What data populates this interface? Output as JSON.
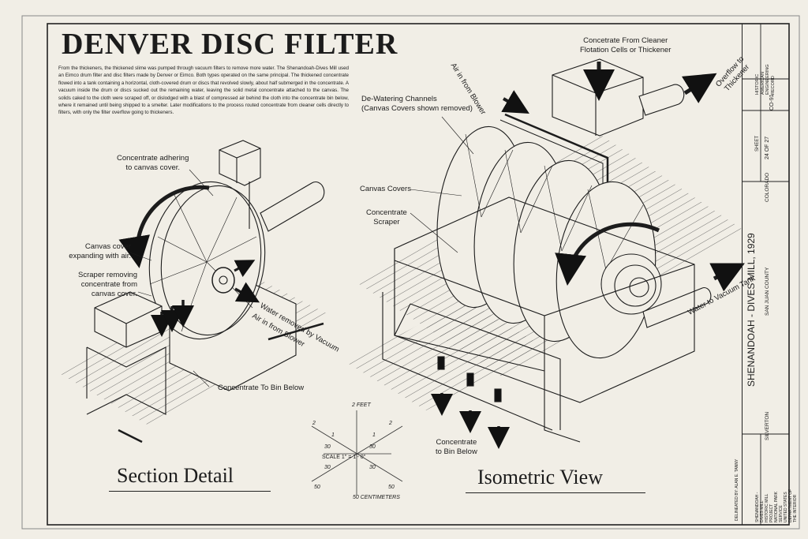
{
  "sheet": {
    "title": "DENVER DISC FILTER",
    "intro": "From the thickeners, the thickened slime was pumped through vacuum filters to remove more water. The Shenandoah-Dives Mill used an Eimco drum filter and disc filters made by Denver or Eimco. Both types operated on the same principal. The thickened concentrate flowed into a tank containing a horizontal, cloth-covered drum or discs that revolved slowly, about half submerged in the concentrate. A vacuum inside the drum or discs sucked out the remaining water, leaving the solid metal concentrate attached to the canvas. The solids caked to the cloth were scraped off, or dislodged with a blast of compressed air behind the cloth into the concentrate bin below, where it remained until being shipped to a smelter. Later modifications to the process routed concentrate from cleaner cells directly to filters, with only the filter overflow going to thickeners."
  },
  "section": {
    "caption": "Section Detail",
    "labels": {
      "adhering": "Concentrate adhering\nto canvas cover.",
      "canvas_expanding": "Canvas cover\nexpanding with air.",
      "scraper": "Scraper removing\nconcentrate from\ncanvas cover.",
      "water_removed": "Water removed by Vacuum",
      "air_blower": "Air in from Blower",
      "bin": "Concentrate To Bin Below"
    }
  },
  "isometric": {
    "caption": "Isometric View",
    "labels": {
      "from_cleaner": "Concetrate From Cleaner\nFlotation Cells or Thickener",
      "overflow": "Overflow to\nThickener",
      "air_blower": "Air in from Blower",
      "dewatering": "De-Watering Channels\n(Canvas Covers shown removed)",
      "canvas_covers": "Canvas Covers",
      "scraper": "Concentrate\nScraper",
      "vacuum_tank": "Water to Vacuum Tank",
      "bin": "Concentrate\nto Bin Below"
    }
  },
  "scale": {
    "feet": "2 FEET",
    "cm": "50 CENTIMETERS",
    "text": "SCALE   1\" = 1'- 0\"",
    "n2a": "2",
    "n2b": "2",
    "n1a": "1",
    "n1b": "1",
    "n30a": "30",
    "n30b": "30",
    "n30c": "30",
    "n30d": "30",
    "n50a": "50",
    "n50b": "50"
  },
  "titleblock": {
    "survey": "HISTORIC AMERICAN\nENGINEERING RECORD",
    "record": "CO-91",
    "sheet": "SHEET",
    "sheet_no": "24 OF 27",
    "state": "COLORADO",
    "project": "SHENANDOAH - DIVES MILL, 1929",
    "county": "SAN JUAN COUNTY",
    "town": "SILVERTON",
    "delineator": "DELINEATED BY: ALAN E. TANNY",
    "agency": "SHENANDOAH - DIVES MILL\nHISTORIC MILL PROJECT\nNATIONAL PARK SERVICE\nUNITED STATES DEPARTMENT OF THE INTERIOR"
  },
  "colors": {
    "paper": "#f1eee6",
    "ink": "#1c1c1c"
  }
}
